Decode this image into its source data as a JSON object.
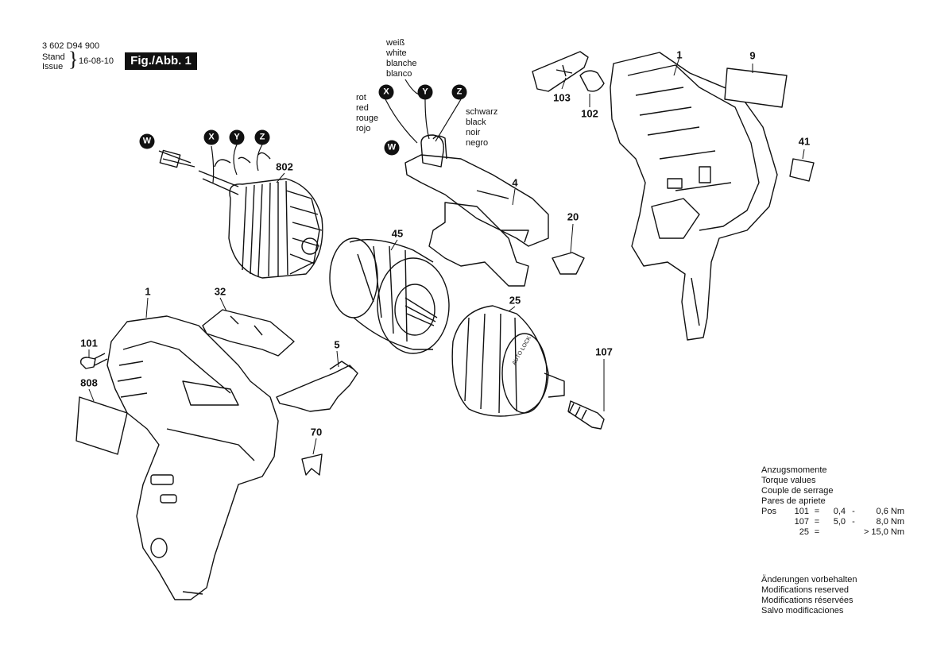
{
  "header": {
    "doc_number": "3 602 D94 900",
    "stand_label": "Stand",
    "issue_label": "Issue",
    "date": "16-08-10",
    "figure_label": "Fig./Abb. 1"
  },
  "wire_labels": {
    "white": [
      "weiß",
      "white",
      "blanche",
      "blanco"
    ],
    "red": [
      "rot",
      "red",
      "rouge",
      "rojo"
    ],
    "black": [
      "schwarz",
      "black",
      "noir",
      "negro"
    ]
  },
  "connectors": {
    "w1": "W",
    "x1": "X",
    "y1": "Y",
    "z1": "Z",
    "w2": "W",
    "x2": "X",
    "y2": "Y",
    "z2": "Z"
  },
  "parts": {
    "p1_right": "1",
    "p9": "9",
    "p41": "41",
    "p103": "103",
    "p102": "102",
    "p802": "802",
    "p4": "4",
    "p20": "20",
    "p45": "45",
    "p25": "25",
    "p1_left": "1",
    "p32": "32",
    "p101": "101",
    "p808": "808",
    "p5": "5",
    "p70": "70",
    "p107": "107"
  },
  "torque": {
    "title_lines": [
      "Anzugsmomente",
      "Torque values",
      "Couple de serrage",
      "Pares de apriete"
    ],
    "pos_label": "Pos",
    "rows": [
      {
        "pos": "101",
        "eq": "=",
        "min": "0,4",
        "dash": "-",
        "max": "0,6 Nm"
      },
      {
        "pos": "107",
        "eq": "=",
        "min": "5,0",
        "dash": "-",
        "max": "8,0 Nm"
      },
      {
        "pos": "25",
        "eq": "=",
        "min": "",
        "dash": "",
        "max": "> 15,0 Nm"
      }
    ]
  },
  "modifications": [
    "Änderungen vorbehalten",
    "Modifications reserved",
    "Modifications réservées",
    "Salvo modificaciones"
  ],
  "chuck_text": "AUTO LOCK"
}
